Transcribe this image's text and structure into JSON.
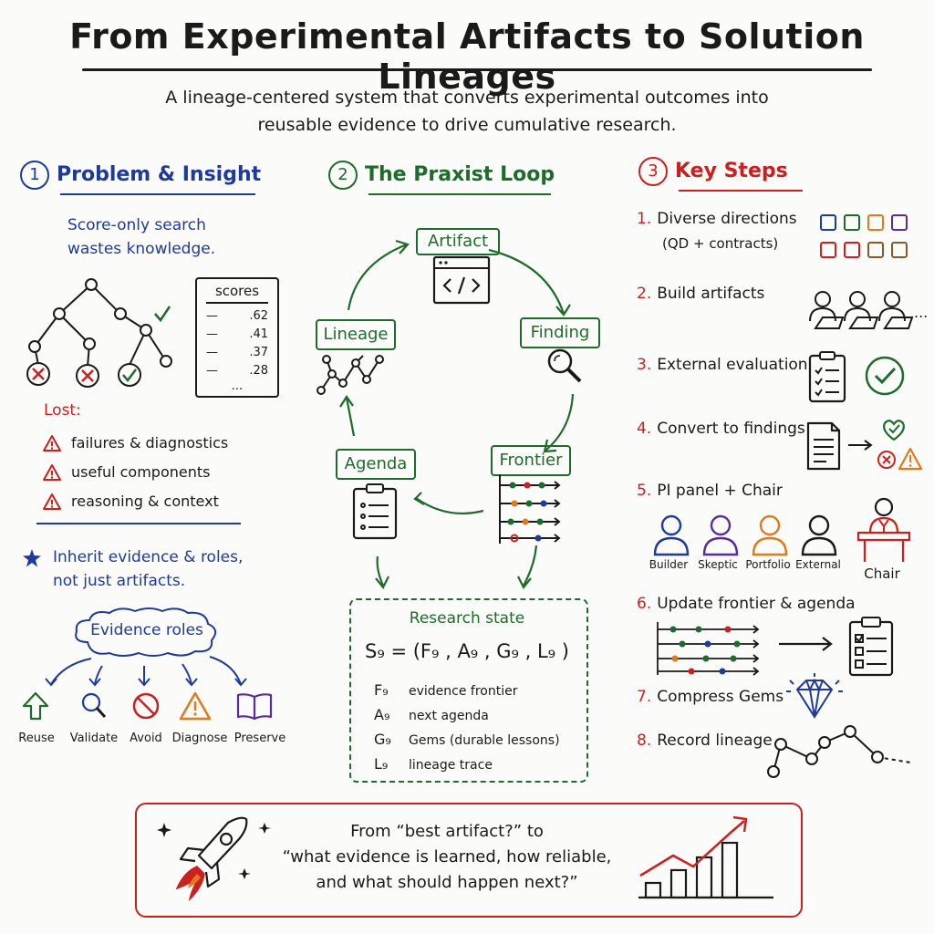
{
  "title": "From Experimental Artifacts to Solution Lineages",
  "subtitle_line1": "A lineage-centered system that converts experimental outcomes into",
  "subtitle_line2": "reusable evidence to drive cumulative research.",
  "colors": {
    "blue": "#1e3a9c",
    "green": "#1f6b2c",
    "red": "#cc2020",
    "orange": "#e07a1a",
    "purple": "#5b2ca0"
  },
  "section1": {
    "number": "1",
    "heading": "Problem & Insight",
    "note_line1": "Score-only search",
    "note_line2": "wastes knowledge.",
    "scores_title": "scores",
    "scores": [
      ".62",
      ".41",
      ".37",
      ".28"
    ],
    "scores_more": "...",
    "lost_label": "Lost:",
    "lost_items": [
      "failures & diagnostics",
      "useful components",
      "reasoning & context"
    ],
    "insight_line1": "Inherit evidence & roles,",
    "insight_line2": "not just artifacts.",
    "evidence_roles": "Evidence roles",
    "roles": [
      {
        "label": "Reuse",
        "icon": "arrow-up-icon"
      },
      {
        "label": "Validate",
        "icon": "magnifier-icon"
      },
      {
        "label": "Avoid",
        "icon": "prohibited-icon"
      },
      {
        "label": "Diagnose",
        "icon": "warning-icon"
      },
      {
        "label": "Preserve",
        "icon": "book-icon"
      }
    ]
  },
  "section2": {
    "number": "2",
    "heading": "The Praxist Loop",
    "nodes": {
      "artifact": "Artifact",
      "finding": "Finding",
      "frontier": "Frontier",
      "agenda": "Agenda",
      "lineage": "Lineage"
    },
    "state_title": "Research state",
    "state_formula": "S₉ = (F₉ , A₉ , G₉ , L₉ )",
    "state_items": [
      {
        "sym": "F₉",
        "text": "evidence frontier"
      },
      {
        "sym": "A₉",
        "text": "next agenda"
      },
      {
        "sym": "G₉",
        "text": "Gems (durable lessons)"
      },
      {
        "sym": "L₉",
        "text": "lineage trace"
      }
    ]
  },
  "section3": {
    "number": "3",
    "heading": "Key Steps",
    "steps": [
      {
        "n": "1.",
        "text": "Diverse directions",
        "sub": "(QD + contracts)"
      },
      {
        "n": "2.",
        "text": "Build artifacts"
      },
      {
        "n": "3.",
        "text": "External evaluation"
      },
      {
        "n": "4.",
        "text": "Convert to findings"
      },
      {
        "n": "5.",
        "text": "PI panel + Chair"
      },
      {
        "n": "6.",
        "text": "Update frontier & agenda"
      },
      {
        "n": "7.",
        "text": "Compress Gems"
      },
      {
        "n": "8.",
        "text": "Record lineage"
      }
    ],
    "panel": [
      "Builder",
      "Skeptic",
      "Portfolio",
      "External"
    ],
    "chair": "Chair"
  },
  "bottom": {
    "line1": "From “best artifact?”  to",
    "line2": "“what evidence is learned, how reliable,",
    "line3": "and what should happen next?”"
  }
}
